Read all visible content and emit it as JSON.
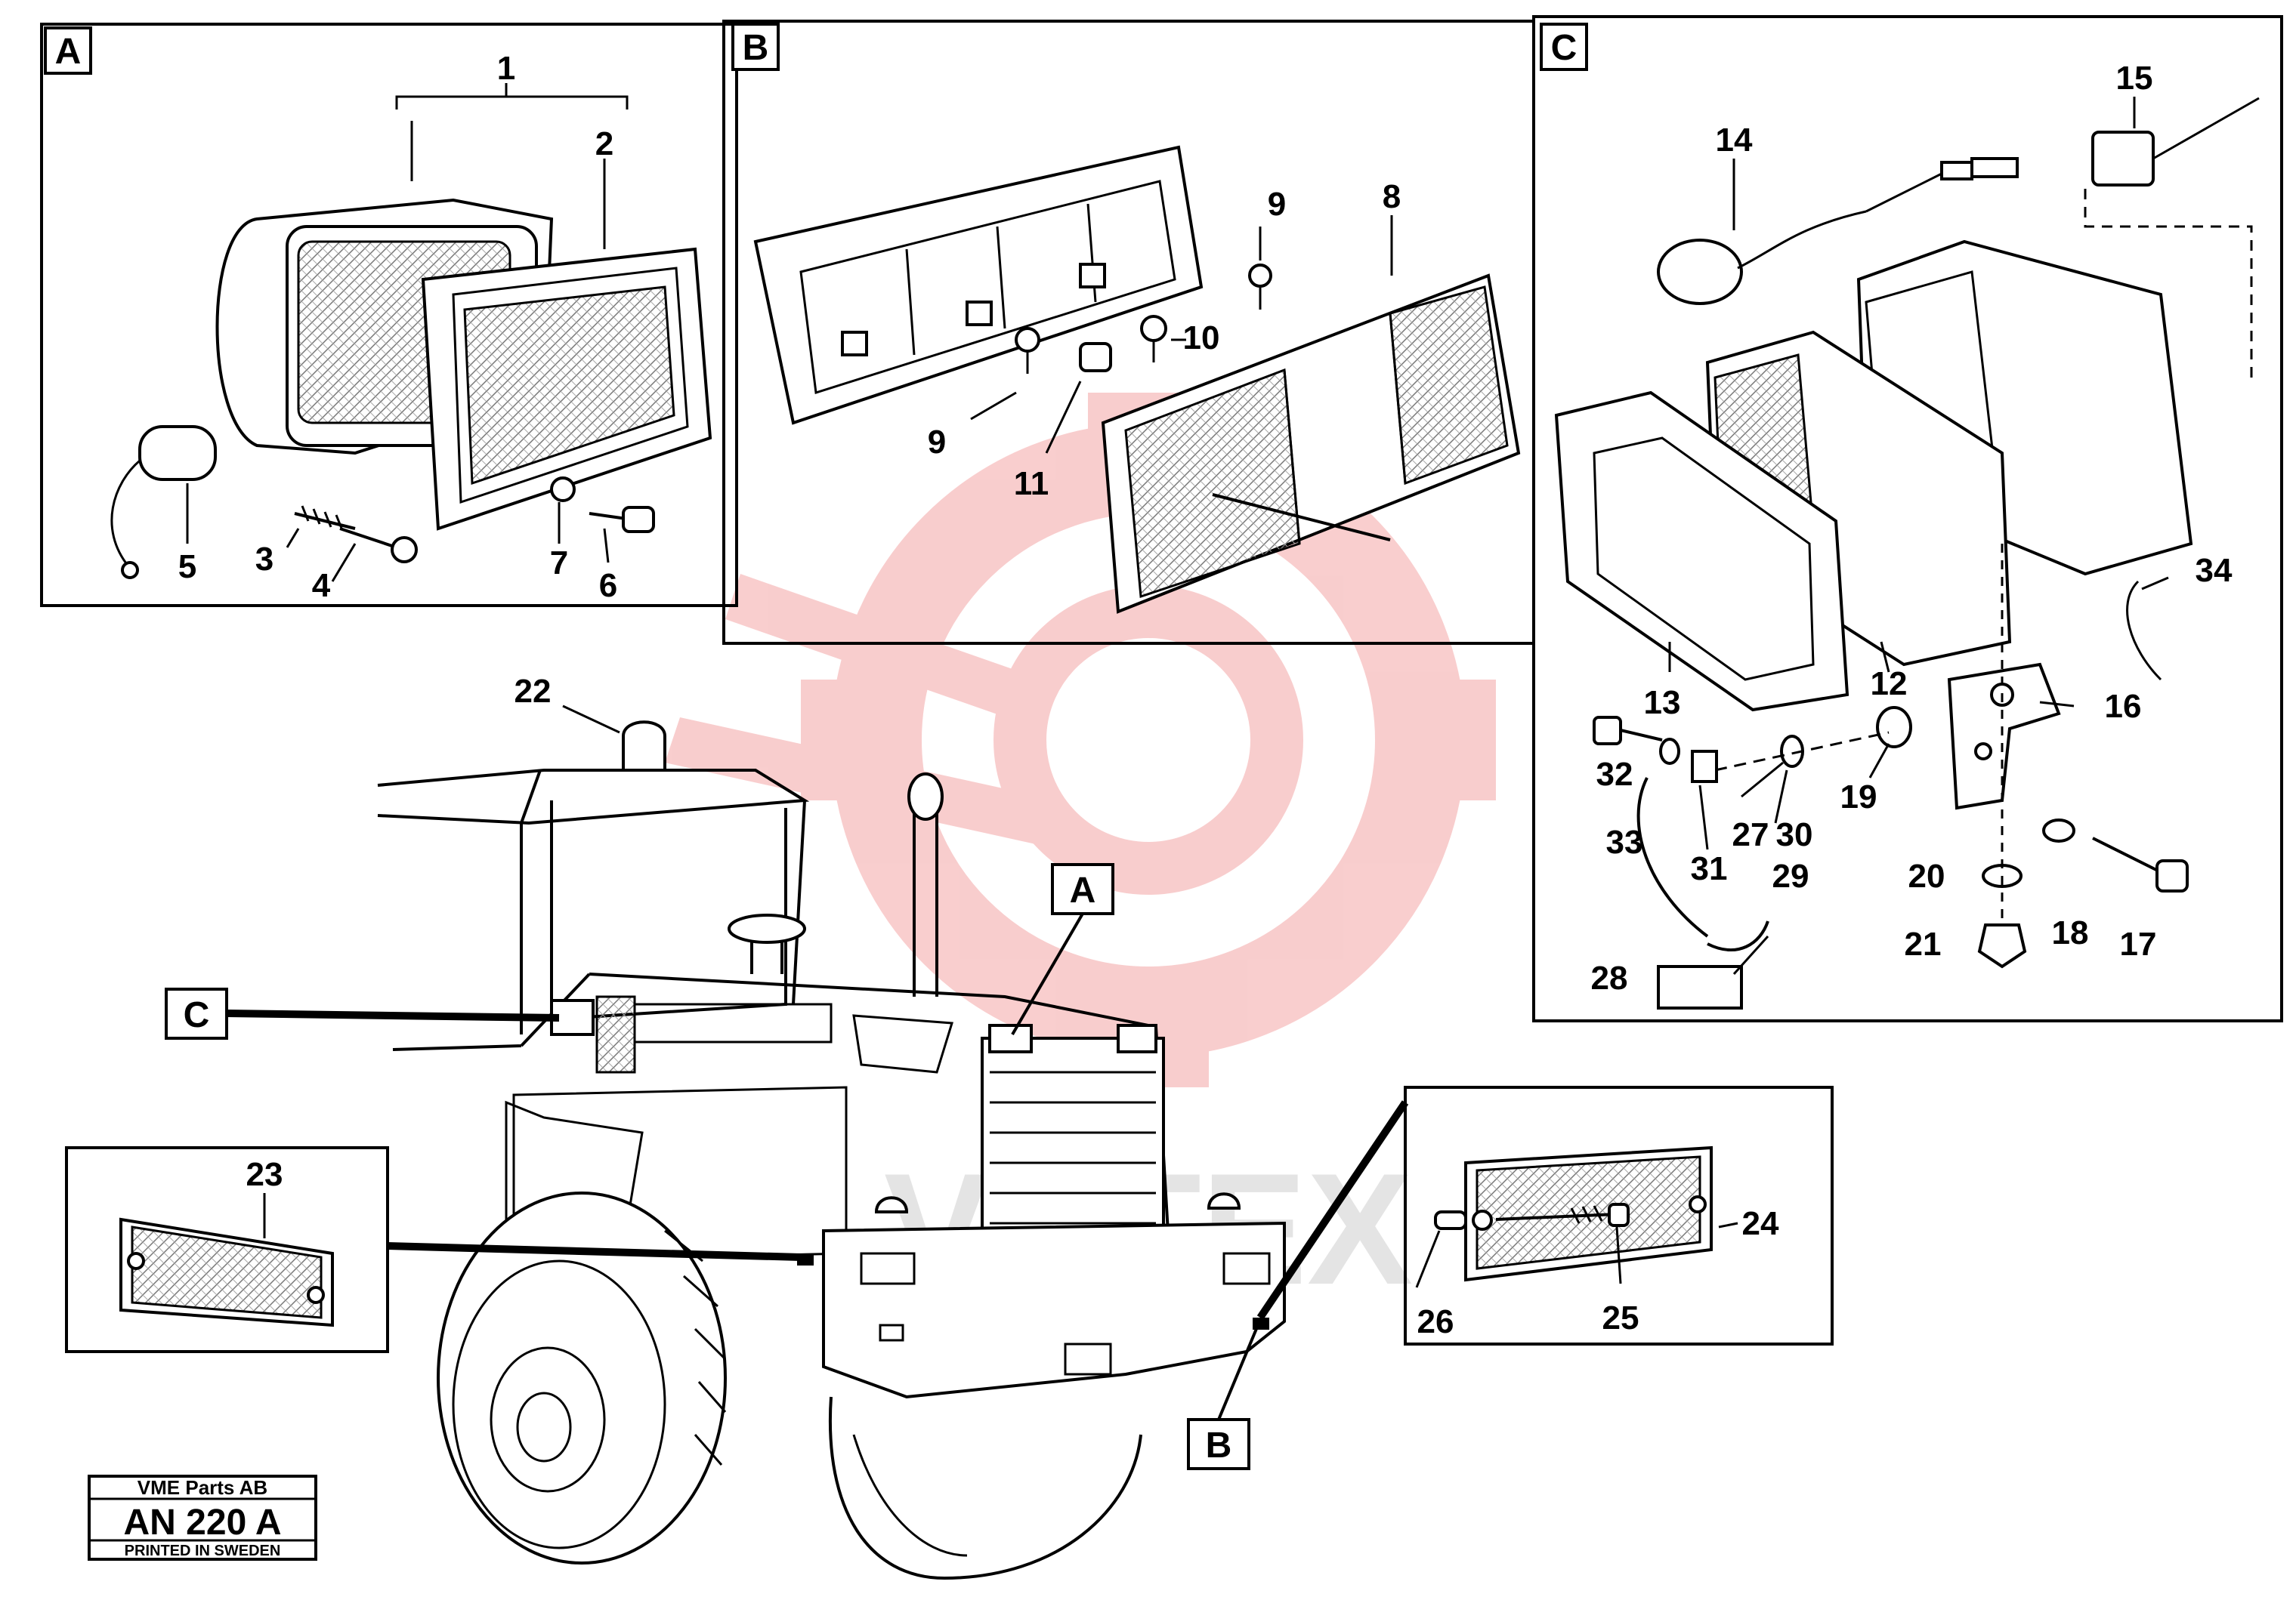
{
  "panels": {
    "a": {
      "letter": "A"
    },
    "b": {
      "letter": "B"
    },
    "c": {
      "letter": "C"
    }
  },
  "callouts": {
    "a": "A",
    "b": "B",
    "c": "C"
  },
  "labels": {
    "p1": "1",
    "p2": "2",
    "p3": "3",
    "p4": "4",
    "p5": "5",
    "p6": "6",
    "p7": "7",
    "p8": "8",
    "p9a": "9",
    "p9b": "9",
    "p10": "10",
    "p11": "11",
    "p12": "12",
    "p13": "13",
    "p14": "14",
    "p15": "15",
    "p16": "16",
    "p17": "17",
    "p18": "18",
    "p19": "19",
    "p20": "20",
    "p21": "21",
    "p22": "22",
    "p23": "23",
    "p24": "24",
    "p25": "25",
    "p26": "26",
    "p27": "27",
    "p28": "28",
    "p29": "29",
    "p30": "30",
    "p31": "31",
    "p32": "32",
    "p33": "33",
    "p34": "34"
  },
  "stamp": {
    "company": "VME Parts AB",
    "code": "AN 220 A",
    "printed": "PRINTED IN SWEDEN"
  },
  "watermark": {
    "text": "VHTEX",
    "color": "#f2a0a0"
  }
}
